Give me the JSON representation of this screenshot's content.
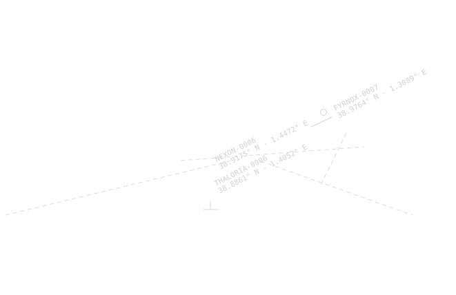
{
  "map": {
    "colors": {
      "background": "#ffffff",
      "route": "#dcdcdc",
      "label": "#d2d2d2"
    },
    "points": [
      {
        "id": "NEXON-0006",
        "coord": "38.9175° N - 1.4472° E"
      },
      {
        "id": "FYRNOX-0007",
        "coord": "38.9764° N - 1.3089° E"
      },
      {
        "id": "THALORIA-0006",
        "coord": "38.8861° N - 1.4052° E"
      }
    ],
    "icons": [
      "circle-marker-icon",
      "base-marker-icon"
    ]
  }
}
